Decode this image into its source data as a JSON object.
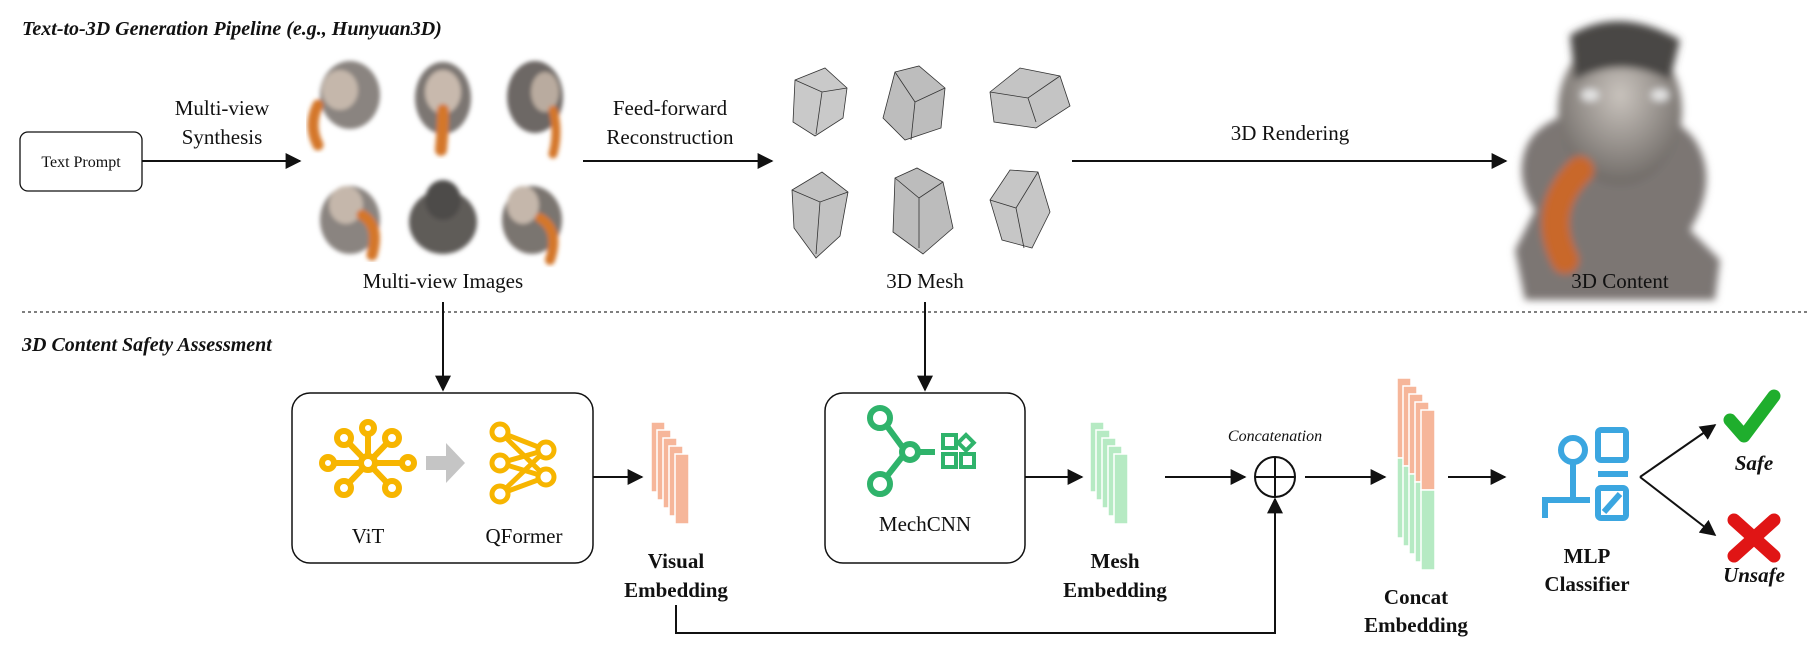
{
  "sections": {
    "top_title": "Text-to-3D Generation Pipeline (e.g., Hunyuan3D)",
    "bottom_title": "3D Content Safety Assessment"
  },
  "pipeline": {
    "text_prompt": "Text Prompt",
    "multiview_synthesis": [
      "Multi-view",
      "Synthesis"
    ],
    "multiview_images": "Multi-view Images",
    "feedforward": [
      "Feed-forward",
      "Reconstruction"
    ],
    "mesh": "3D Mesh",
    "rendering": "3D Rendering",
    "content": "3D Content"
  },
  "assessment": {
    "vit": "ViT",
    "qformer": "QFormer",
    "visual_embedding": [
      "Visual",
      "Embedding"
    ],
    "mechcnn": "MechCNN",
    "mesh_embedding": [
      "Mesh",
      "Embedding"
    ],
    "concatenation": "Concatenation",
    "concat_embedding": [
      "Concat",
      "Embedding"
    ],
    "mlp": [
      "MLP",
      "Classifier"
    ],
    "safe": "Safe",
    "unsafe": "Unsafe"
  },
  "colors": {
    "yellow": "#f7b500",
    "green": "#2fb36b",
    "blue": "#3ba6e0",
    "orange_emb": "#f6b69a",
    "green_emb": "#b6eac3",
    "check": "#1fae2d",
    "cross": "#e01515"
  }
}
